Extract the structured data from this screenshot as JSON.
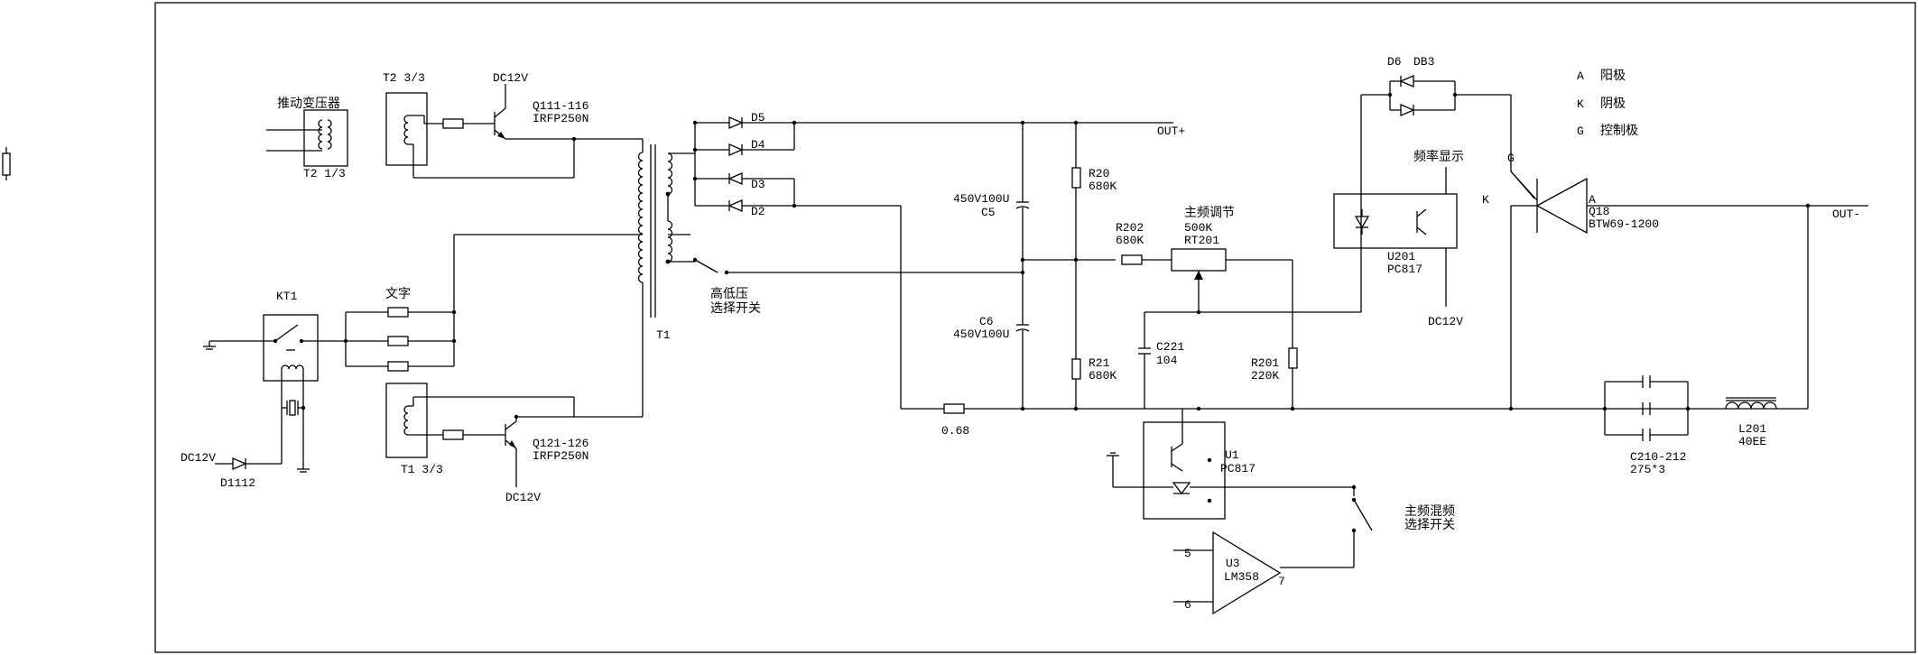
{
  "labels": {
    "drive_transformer": "推动变压器",
    "t2_1_3": "T2 1/3",
    "t2_3_3": "T2 3/3",
    "dc12v_top": "DC12V",
    "q111_part": "Q111-116",
    "q111_model": "IRFP250N",
    "d5": "D5",
    "d4": "D4",
    "d3": "D3",
    "d2": "D2",
    "out_plus": "OUT+",
    "c5_value": "450V100U",
    "c5_name": "C5",
    "r20_name": "R20",
    "r20_value": "680K",
    "r202_name": "R202",
    "r202_value": "680K",
    "rt201_title": "主频调节",
    "rt201_value": "500K",
    "rt201_name": "RT201",
    "d6": "D6",
    "db3": "DB3",
    "freq_display": "频率显示",
    "u201_name": "U201",
    "u201_model": "PC817",
    "dc12v_u201": "DC12V",
    "legend_a_key": "A",
    "legend_a_val": "阳极",
    "legend_k_key": "K",
    "legend_k_val": "阴极",
    "legend_g_key": "G",
    "legend_g_val": "控制极",
    "pin_g": "G",
    "pin_k": "K",
    "pin_a": "A",
    "q18_name": "Q18",
    "q18_model": "BTW69-1200",
    "out_minus": "OUT-",
    "kt1": "KT1",
    "wenzi": "文字",
    "t1": "T1",
    "hv_lv_switch_1": "高低压",
    "hv_lv_switch_2": "选择开关",
    "c6_name": "C6",
    "c6_value": "450V100U",
    "r21_name": "R21",
    "r21_value": "680K",
    "c221_name": "C221",
    "c221_value": "104",
    "r201_name": "R201",
    "r201_value": "220K",
    "shunt": "0.68",
    "dc12v_left": "DC12V",
    "d1112": "D1112",
    "t1_3_3": "T1 3/3",
    "q121_part": "Q121-126",
    "q121_model": "IRFP250N",
    "dc12v_bottom": "DC12V",
    "u1_name": "U1",
    "u1_model": "PC817",
    "mix_switch_1": "主频混频",
    "mix_switch_2": "选择开关",
    "u3_name": "U3",
    "u3_model": "LM358",
    "pin5": "5",
    "pin6": "6",
    "pin7": "7",
    "c210_name": "C210-212",
    "c210_value": "275*3",
    "l201_name": "L201",
    "l201_value": "40EE"
  }
}
